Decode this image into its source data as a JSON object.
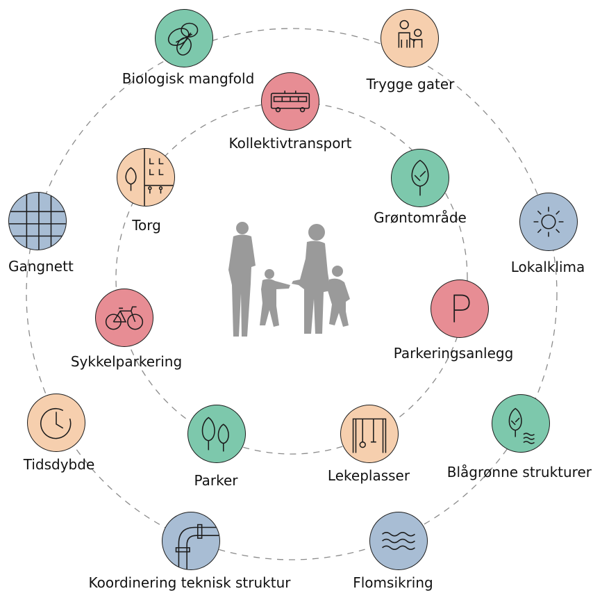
{
  "colors": {
    "green": "#7dc8ac",
    "peach": "#f6cfae",
    "pink": "#e78d94",
    "blue": "#a8bdd4",
    "ring": "#8a8a8a",
    "figure": "#9a9a9a"
  },
  "outer_ring": [
    {
      "label": "Biologisk mangfold",
      "icon": "butterfly-icon",
      "color": "green"
    },
    {
      "label": "Trygge gater",
      "icon": "adult-child-icon",
      "color": "peach"
    },
    {
      "label": "Lokalklima",
      "icon": "sun-icon",
      "color": "blue"
    },
    {
      "label": "Blågrønne strukturer",
      "icon": "tree-water-icon",
      "color": "green"
    },
    {
      "label": "Flomsikring",
      "icon": "waves-icon",
      "color": "blue"
    },
    {
      "label": "Koordinering teknisk struktur",
      "icon": "pipe-icon",
      "color": "blue"
    },
    {
      "label": "Tidsdybde",
      "icon": "clock-icon",
      "color": "peach"
    },
    {
      "label": "Gangnett",
      "icon": "grid-icon",
      "color": "blue"
    }
  ],
  "inner_ring": [
    {
      "label": "Kollektivtransport",
      "icon": "bus-icon",
      "color": "pink"
    },
    {
      "label": "Grøntområde",
      "icon": "tree-icon",
      "color": "green"
    },
    {
      "label": "Parkeringsanlegg",
      "icon": "parking-icon",
      "color": "pink"
    },
    {
      "label": "Lekeplasser",
      "icon": "swing-icon",
      "color": "peach"
    },
    {
      "label": "Parker",
      "icon": "trees-icon",
      "color": "green"
    },
    {
      "label": "Sykkelparkering",
      "icon": "bicycle-icon",
      "color": "pink"
    },
    {
      "label": "Torg",
      "icon": "square-buildings-icon",
      "color": "peach"
    }
  ]
}
